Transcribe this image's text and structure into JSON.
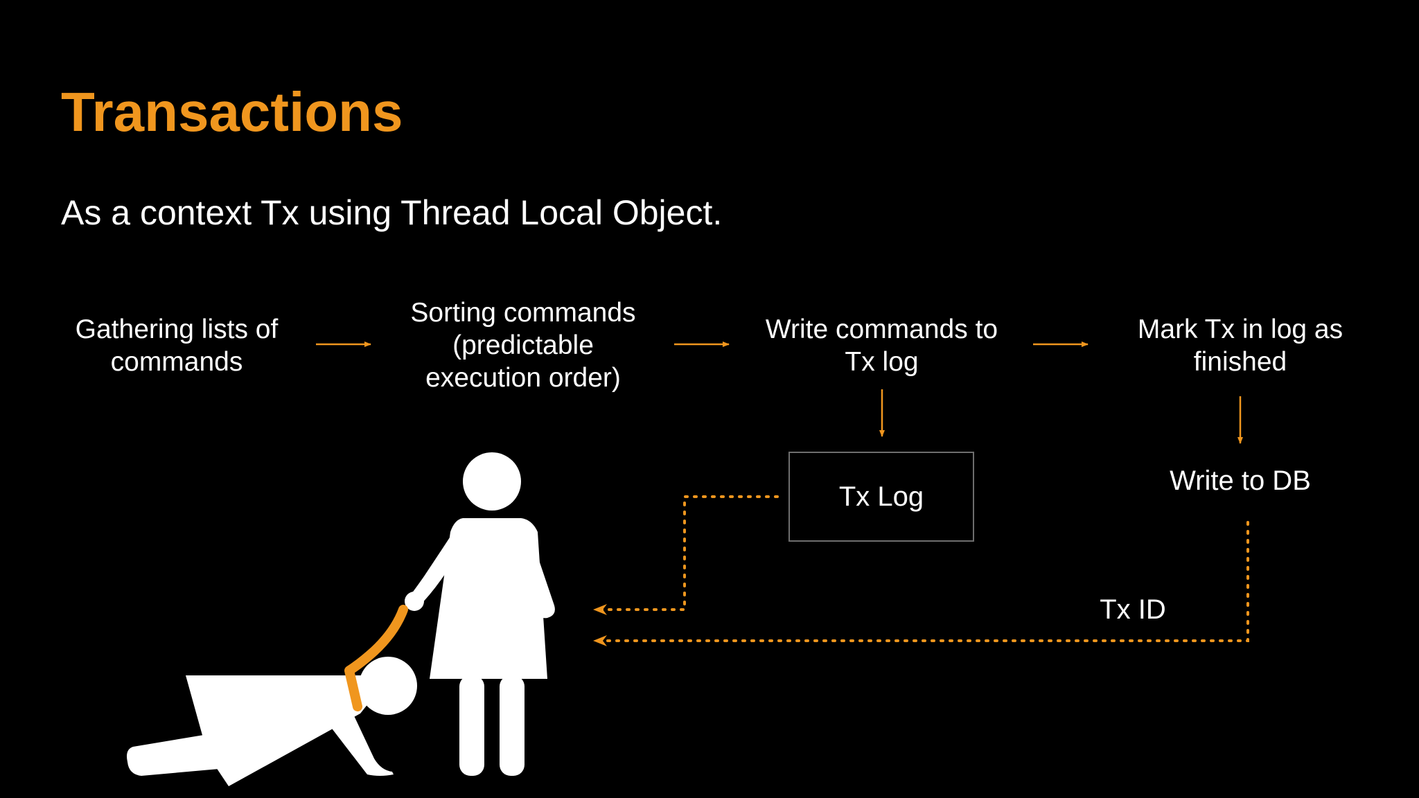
{
  "slide": {
    "title": "Transactions",
    "subtitle": "As a context Tx using Thread Local Object."
  },
  "flow": {
    "steps": [
      "Gathering lists of commands",
      "Sorting commands (predictable execution order)",
      "Write commands to Tx log",
      "Mark Tx in log as finished"
    ],
    "tx_log_box": "Tx Log",
    "write_to_db": "Write to DB",
    "tx_id_label": "Tx ID"
  },
  "colors": {
    "background": "#000000",
    "accent": "#f0961e",
    "text": "#ffffff",
    "box_border": "#6e6e6e"
  },
  "illustration": {
    "icons": [
      "woman-figure-icon",
      "crawling-man-figure-icon",
      "leash-icon"
    ]
  }
}
